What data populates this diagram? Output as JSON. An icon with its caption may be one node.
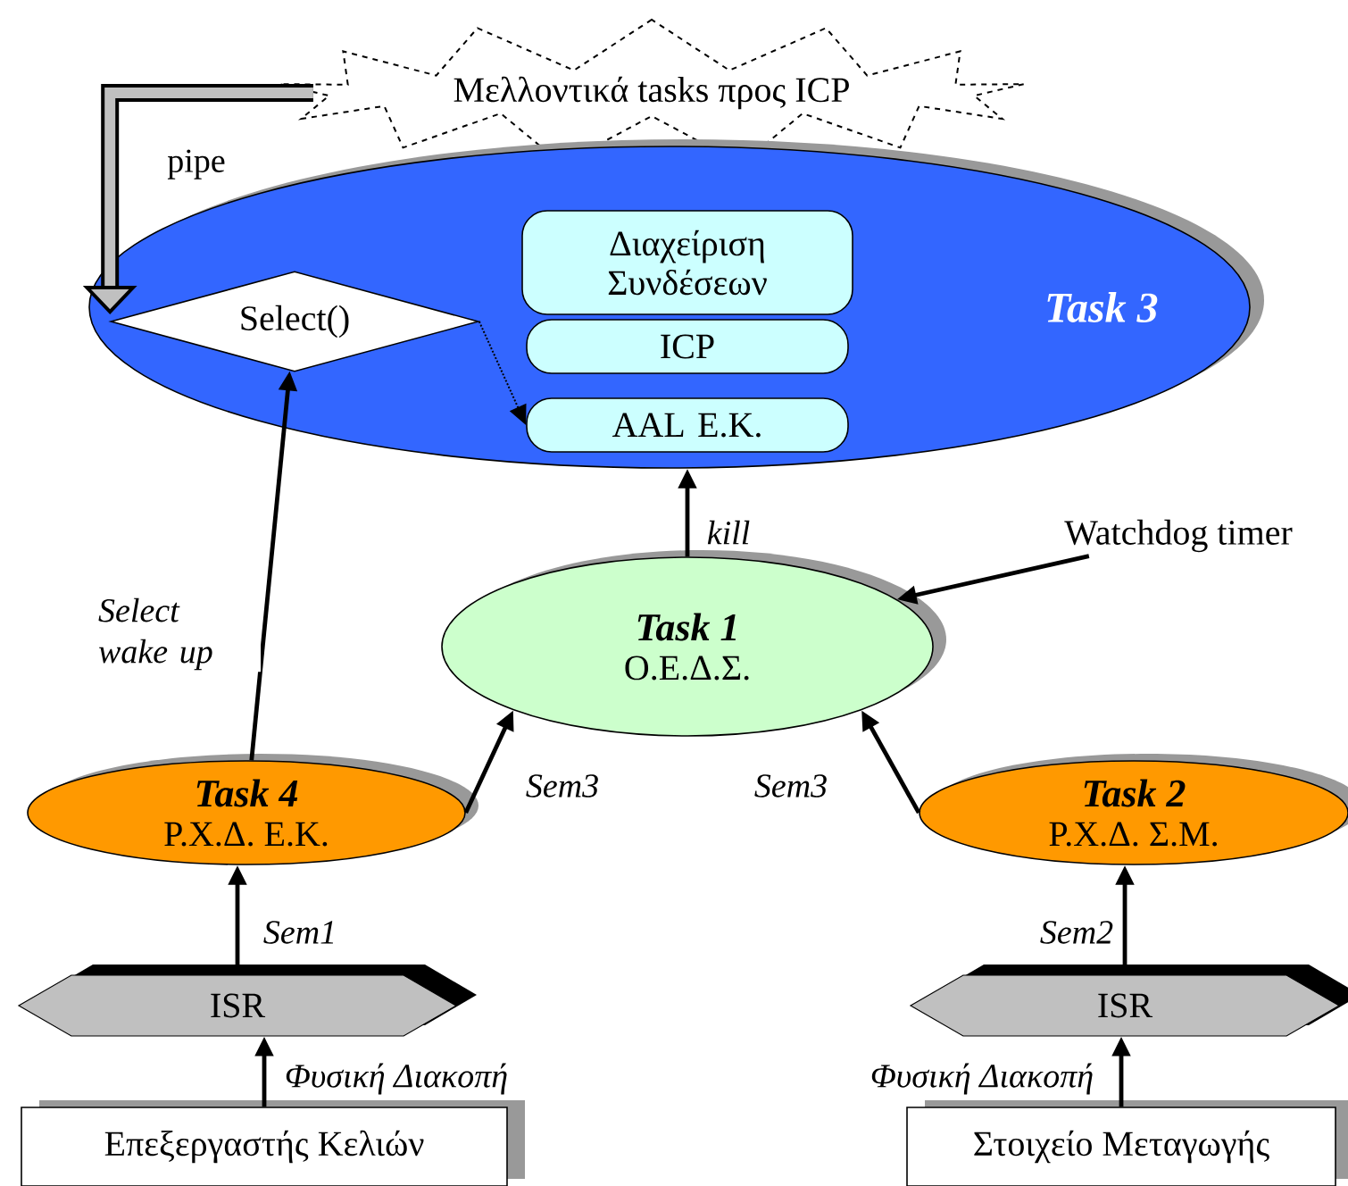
{
  "diagram": {
    "nodes": [
      {
        "text": [
          "Μελλοντικά tasks προς ICP"
        ]
      },
      {
        "text": [
          "Task 3"
        ]
      },
      {
        "text": [
          "Select()"
        ],
        "in": 1
      },
      {
        "text": [
          "Διαχείριση Συνδέσεων"
        ],
        "in": 1
      },
      {
        "text": [
          "ICP"
        ],
        "in": 1
      },
      {
        "text": [
          "AAL Ε.Κ."
        ],
        "in": 1
      },
      {
        "text": [
          "Task 1",
          "Ο.Ε.Δ.Σ."
        ]
      },
      {
        "text": [
          "Watchdog timer"
        ]
      },
      {
        "text": [
          "Task 4",
          "Ρ.Χ.Δ. Ε.Κ."
        ]
      },
      {
        "text": [
          "Task 2",
          "Ρ.Χ.Δ. Σ.Μ."
        ]
      },
      {
        "text": [
          "ISR"
        ]
      },
      {
        "text": [
          "ISR"
        ]
      },
      {
        "text": [
          "Επεξεργαστής Κελιών"
        ]
      },
      {
        "text": [
          "Στοιχείο Μεταγωγής"
        ]
      }
    ],
    "edges": [
      {
        "from": 0,
        "to": 2,
        "arrow": "to",
        "label": "pipe",
        "style": "thick"
      },
      {
        "from": 2,
        "to": 5,
        "arrow": "to",
        "style": "dashed"
      },
      {
        "from": 8,
        "to": 2,
        "arrow": "to",
        "label": "Select wake up"
      },
      {
        "from": 6,
        "to": 1,
        "arrow": "to",
        "label": "kill"
      },
      {
        "from": 7,
        "to": 6,
        "arrow": "to"
      },
      {
        "from": 8,
        "to": 6,
        "arrow": "to",
        "label": "Sem3"
      },
      {
        "from": 9,
        "to": 6,
        "arrow": "to",
        "label": "Sem3"
      },
      {
        "from": 10,
        "to": 8,
        "arrow": "to",
        "label": "Sem1"
      },
      {
        "from": 11,
        "to": 9,
        "arrow": "to",
        "label": "Sem2"
      },
      {
        "from": 12,
        "to": 10,
        "arrow": "to",
        "label": "Φυσική Διακοπή"
      },
      {
        "from": 13,
        "to": 11,
        "arrow": "to",
        "label": "Φυσική Διακοπή"
      }
    ]
  }
}
